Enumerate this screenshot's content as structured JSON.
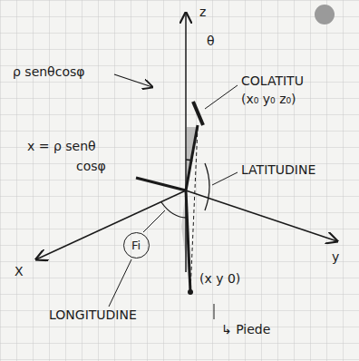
{
  "diagram": {
    "nodes": [
      {
        "text": [
          "Fi"
        ]
      }
    ],
    "labels": [
      "z",
      "X",
      "y",
      "θ",
      "ρ senθcosφ",
      "COLATITU",
      "(x₀ y₀ z₀)",
      "x = ρ senθ",
      "cosφ",
      "LATITUDINE",
      "(x y 0)",
      "LONGITUDINE",
      "↳ Piede"
    ]
  }
}
